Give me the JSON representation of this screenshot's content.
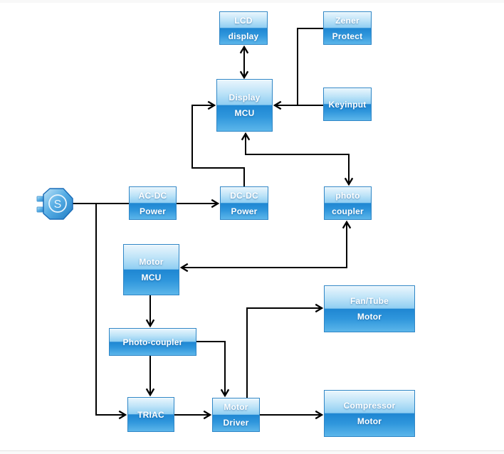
{
  "colors": {
    "wire": "#000000",
    "box_border": "#2f86c6",
    "box_gradient_top": "#eaf6fd",
    "box_gradient_upper": "#8fcef2",
    "box_gradient_lower": "#1e86d2",
    "box_gradient_bottom": "#5cb6ea",
    "label_text": "#ffffff",
    "top_strip": "#f8f8f8",
    "bottom_divider": "#e4e4e4"
  },
  "plug": {
    "label": "S"
  },
  "nodes": [
    {
      "id": "lcd-display",
      "lines": [
        "LCD",
        "display"
      ]
    },
    {
      "id": "zener-protect",
      "lines": [
        "Zener",
        "Protect"
      ]
    },
    {
      "id": "display-mcu",
      "lines": [
        "Display",
        "MCU"
      ]
    },
    {
      "id": "keyinput",
      "lines": [
        "Keyinput"
      ]
    },
    {
      "id": "ac-dc-power",
      "lines": [
        "AC-DC",
        "Power"
      ]
    },
    {
      "id": "dc-dc-power",
      "lines": [
        "DC-DC",
        "Power"
      ]
    },
    {
      "id": "photo-coupler-upper",
      "lines": [
        "photo",
        "coupler"
      ]
    },
    {
      "id": "motor-mcu",
      "lines": [
        "Motor",
        "MCU"
      ]
    },
    {
      "id": "photo-coupler-lower",
      "lines": [
        "Photo-coupler"
      ]
    },
    {
      "id": "triac",
      "lines": [
        "TRIAC"
      ]
    },
    {
      "id": "motor-driver",
      "lines": [
        "Motor",
        "Driver"
      ]
    },
    {
      "id": "fan-tube-motor",
      "lines": [
        "Fan/Tube",
        "Motor"
      ]
    },
    {
      "id": "compressor-motor",
      "lines": [
        "Compressor",
        "Motor"
      ]
    }
  ]
}
